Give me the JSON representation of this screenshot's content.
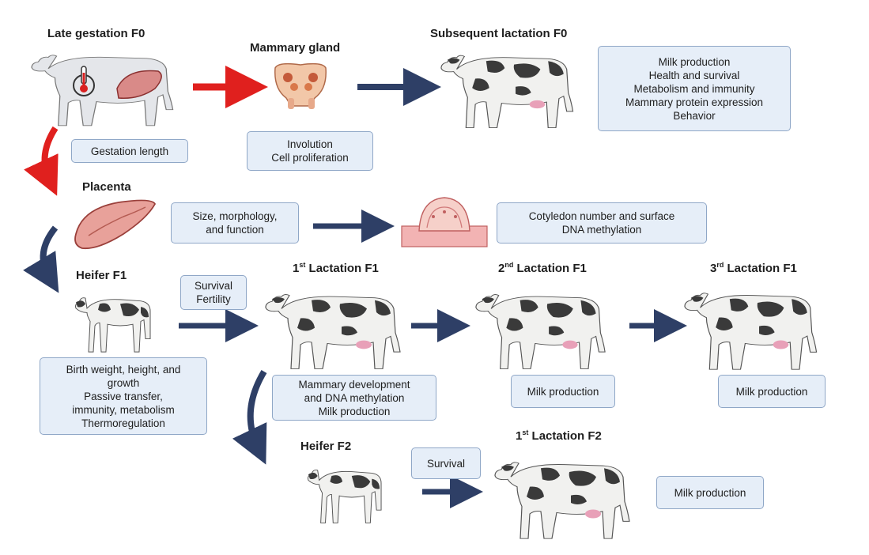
{
  "titles": {
    "late_gestation": "Late gestation F0",
    "mammary_gland": "Mammary gland",
    "subsequent_lactation": "Subsequent lactation F0",
    "placenta": "Placenta",
    "heifer_f1": "Heifer F1",
    "lact1_f1": {
      "num": "1",
      "sup": "st",
      "rest": " Lactation F1"
    },
    "lact2_f1": {
      "num": "2",
      "sup": "nd",
      "rest": " Lactation F1"
    },
    "lact3_f1": {
      "num": "3",
      "sup": "rd",
      "rest": " Lactation F1"
    },
    "heifer_f2": "Heifer F2",
    "lact1_f2": {
      "num": "1",
      "sup": "st",
      "rest": " Lactation F2"
    }
  },
  "boxes": {
    "f0_outcomes": [
      "Milk production",
      "Health and survival",
      "Metabolism and immunity",
      "Mammary protein expression",
      "Behavior"
    ],
    "gestation_length": [
      "Gestation length"
    ],
    "mammary_effects": [
      "Involution",
      "Cell proliferation"
    ],
    "placenta_traits": [
      "Size, morphology,",
      "and function"
    ],
    "cotyledon": [
      "Cotyledon number and surface",
      "DNA methylation"
    ],
    "survival_fertility": [
      "Survival",
      "Fertility"
    ],
    "heifer_f1_traits": [
      "Birth weight, height, and",
      "growth",
      "Passive transfer,",
      "immunity, metabolism",
      "Thermoregulation"
    ],
    "mammary_dev": [
      "Mammary development",
      "and DNA methylation",
      "Milk production"
    ],
    "milk_l2": [
      "Milk production"
    ],
    "milk_l3": [
      "Milk production"
    ],
    "survival_f2": [
      "Survival"
    ],
    "milk_f2": [
      "Milk production"
    ]
  },
  "colors": {
    "heat_arrow": "#e0201e",
    "flow_arrow": "#2e3f66",
    "box_fill": "#e6eef8",
    "box_border": "#8fa7c7"
  },
  "icons": [
    "thermometer-icon",
    "uterus-icon",
    "mammary-gland-icon",
    "placenta-icon",
    "cotyledon-icon",
    "cow-icon",
    "calf-icon"
  ]
}
